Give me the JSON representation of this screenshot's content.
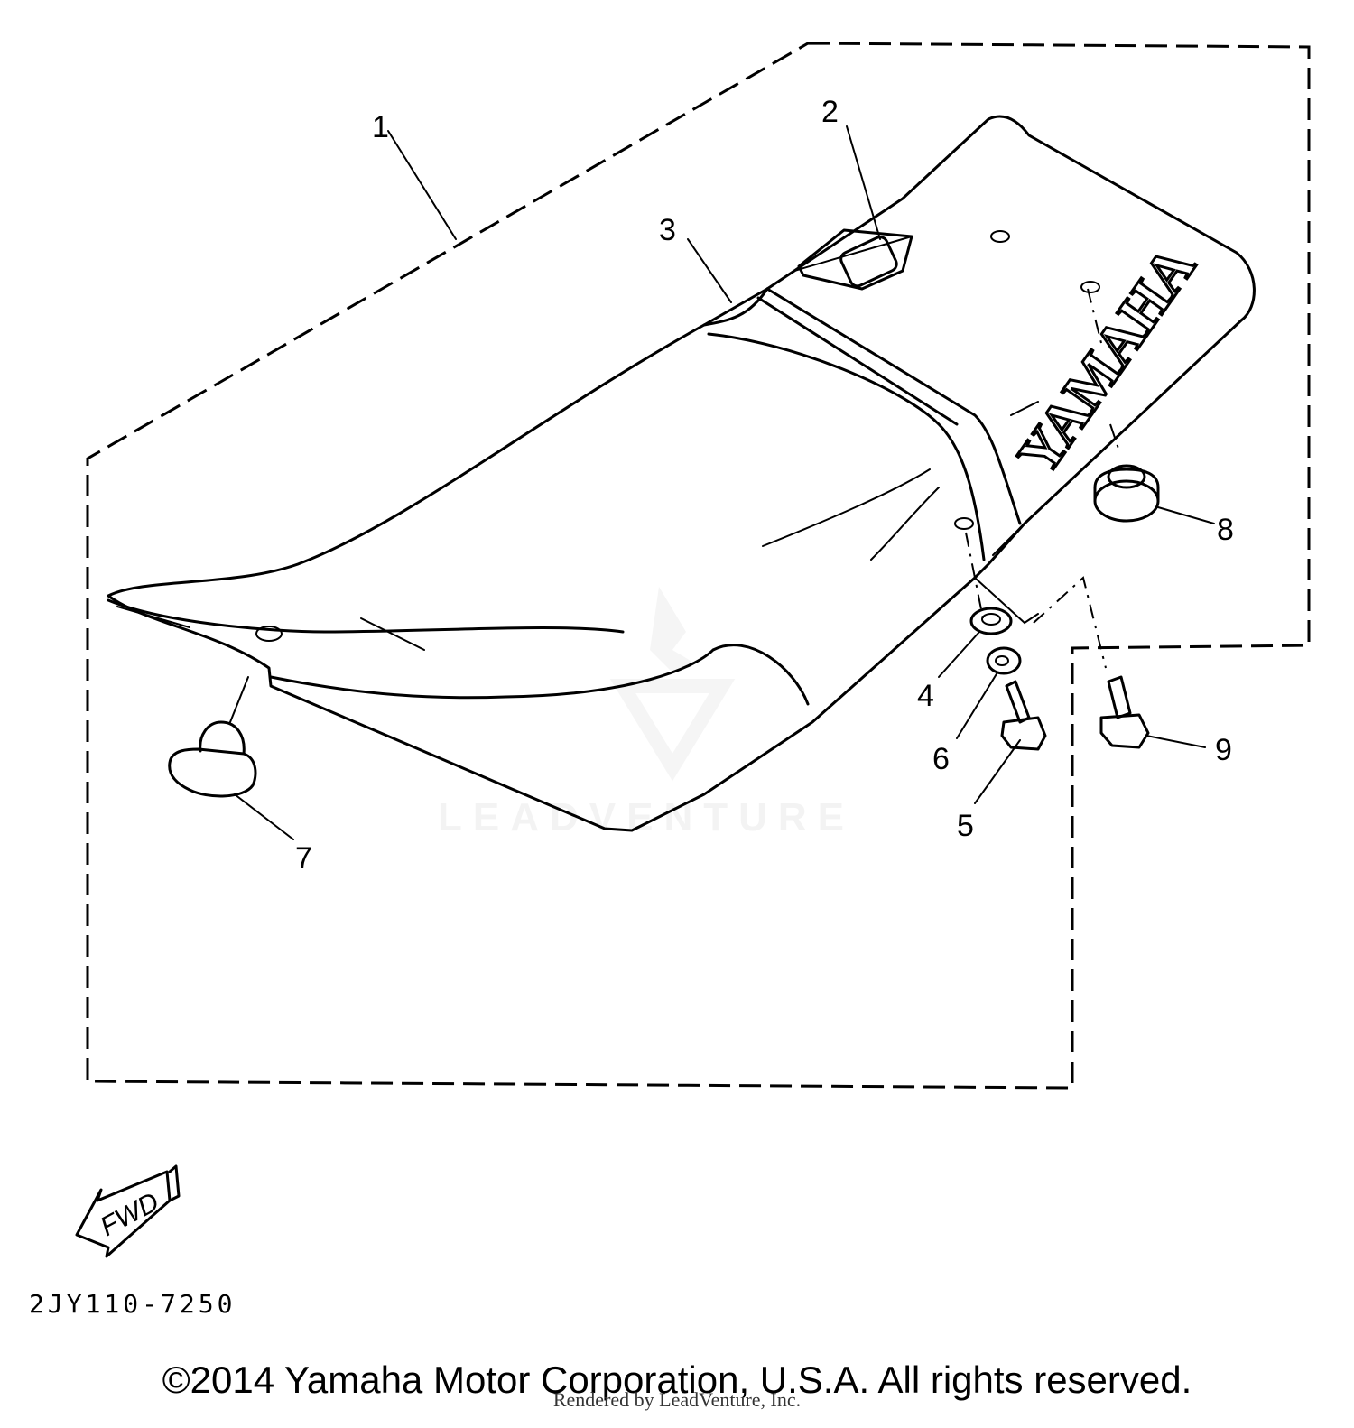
{
  "callouts": [
    {
      "id": "1",
      "label": "1"
    },
    {
      "id": "2",
      "label": "2"
    },
    {
      "id": "3",
      "label": "3"
    },
    {
      "id": "4",
      "label": "4"
    },
    {
      "id": "5",
      "label": "5"
    },
    {
      "id": "6",
      "label": "6"
    },
    {
      "id": "7",
      "label": "7"
    },
    {
      "id": "8",
      "label": "8"
    },
    {
      "id": "9",
      "label": "9"
    }
  ],
  "seat_brand": "YAMAHA",
  "fwd_label": "FWD",
  "watermark": "LEADVENTURE",
  "part_code": "2JY110-7250",
  "copyright": "©2014 Yamaha Motor Corporation, U.S.A. All rights reserved.",
  "rendered_by": "Rendered by LeadVenture, Inc."
}
